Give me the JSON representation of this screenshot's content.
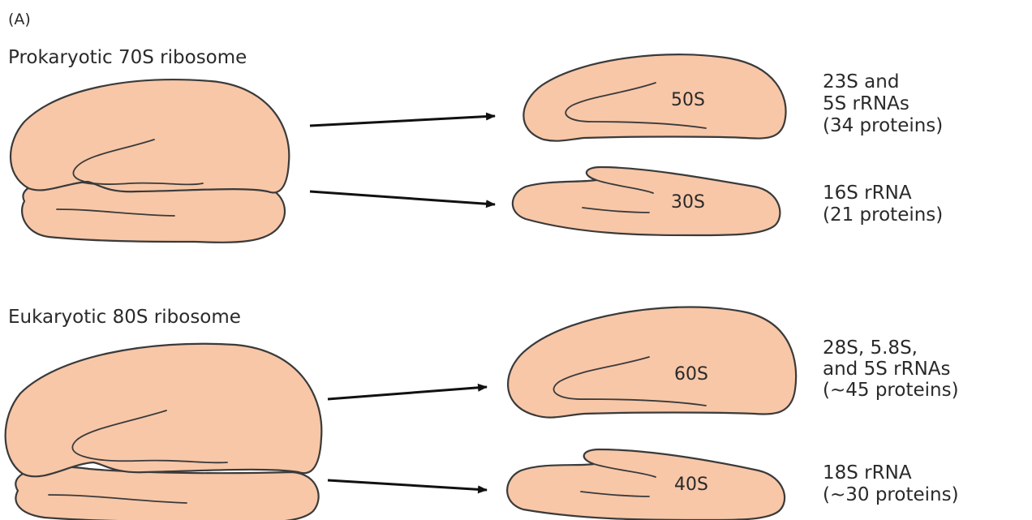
{
  "panel_label": "(A)",
  "prokaryotic": {
    "title": "Prokaryotic 70S ribosome",
    "large_subunit": {
      "label": "50S",
      "components": [
        "23S and",
        "5S rRNAs",
        "(34 proteins)"
      ]
    },
    "small_subunit": {
      "label": "30S",
      "components": [
        "16S rRNA",
        "(21 proteins)"
      ]
    }
  },
  "eukaryotic": {
    "title": "Eukaryotic 80S ribosome",
    "large_subunit": {
      "label": "60S",
      "components": [
        "28S, 5.8S,",
        "and 5S rRNAs",
        "(~45 proteins)"
      ]
    },
    "small_subunit": {
      "label": "40S",
      "components": [
        "18S rRNA",
        "(~30 proteins)"
      ]
    }
  },
  "colors": {
    "subunit_fill": "#f7c7a8",
    "outline": "#3a3a3a",
    "arrow": "#111111"
  }
}
